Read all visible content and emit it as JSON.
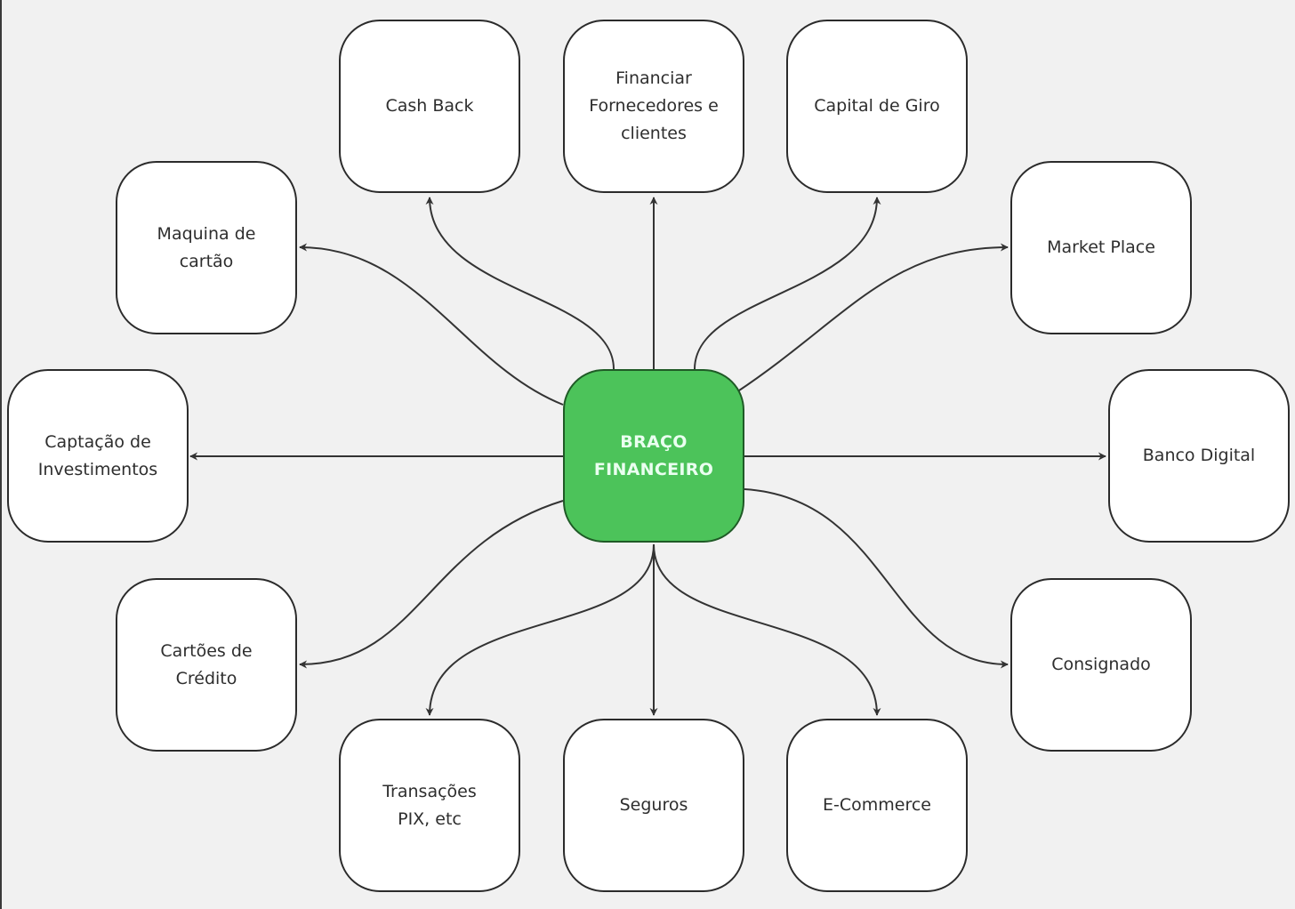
{
  "diagram": {
    "type": "mind-map",
    "colors": {
      "background": "#f1f1f1",
      "center_fill": "#4cc35a",
      "center_border": "#1f5a26",
      "center_text": "#eafff0",
      "node_fill": "#ffffff",
      "node_border": "#2b2b2b",
      "edge": "#333333"
    },
    "center": {
      "id": "braco",
      "label": "BRAÇO\nFINANCEIRO"
    },
    "nodes": [
      {
        "id": "cashback",
        "label": "Cash Back"
      },
      {
        "id": "financiar",
        "label": "Financiar\nFornecedores e\nclientes"
      },
      {
        "id": "capital",
        "label": "Capital de Giro"
      },
      {
        "id": "maquina",
        "label": "Maquina de\ncartão"
      },
      {
        "id": "market",
        "label": "Market Place"
      },
      {
        "id": "captacao",
        "label": "Captação de\nInvestimentos"
      },
      {
        "id": "banco",
        "label": "Banco Digital"
      },
      {
        "id": "cartoes",
        "label": "Cartões de\nCrédito"
      },
      {
        "id": "consignado",
        "label": "Consignado"
      },
      {
        "id": "transacoes",
        "label": "Transações\nPIX, etc"
      },
      {
        "id": "seguros",
        "label": "Seguros"
      },
      {
        "id": "ecommerce",
        "label": "E-Commerce"
      }
    ],
    "edges": [
      {
        "from": "braco",
        "to": "cashback"
      },
      {
        "from": "braco",
        "to": "financiar"
      },
      {
        "from": "braco",
        "to": "capital"
      },
      {
        "from": "braco",
        "to": "maquina"
      },
      {
        "from": "braco",
        "to": "market"
      },
      {
        "from": "braco",
        "to": "captacao"
      },
      {
        "from": "braco",
        "to": "banco"
      },
      {
        "from": "braco",
        "to": "cartoes"
      },
      {
        "from": "braco",
        "to": "consignado"
      },
      {
        "from": "braco",
        "to": "transacoes"
      },
      {
        "from": "braco",
        "to": "seguros"
      },
      {
        "from": "braco",
        "to": "ecommerce"
      }
    ]
  }
}
